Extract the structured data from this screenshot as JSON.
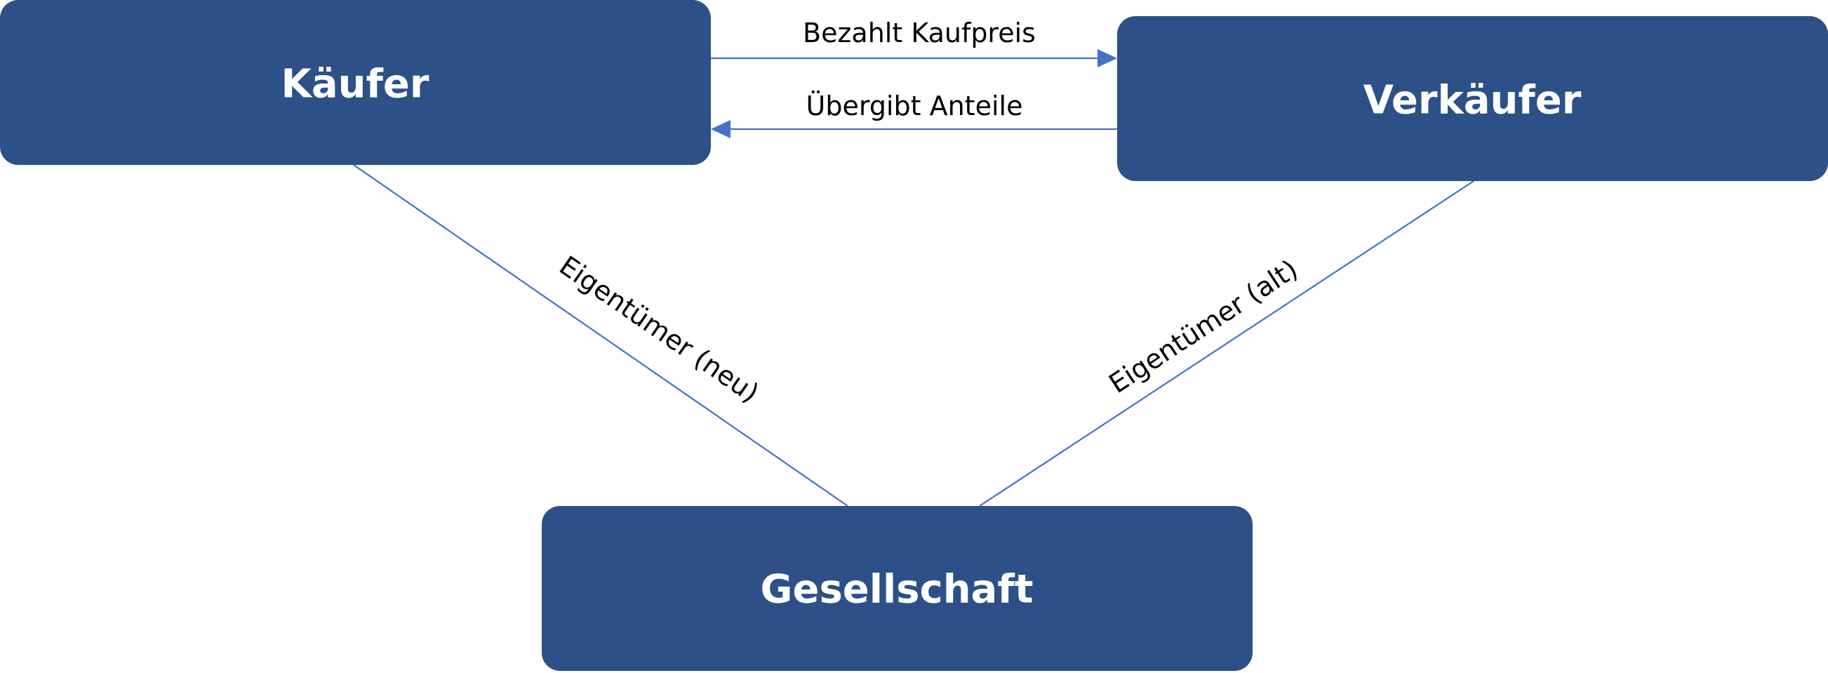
{
  "nodes": {
    "buyer": "Käufer",
    "seller": "Verkäufer",
    "company": "Gesellschaft"
  },
  "edges": {
    "pays_price": "Bezahlt Kaufpreis",
    "hands_over_shares": "Übergibt Anteile",
    "owner_new": "Eigentümer (neu)",
    "owner_old": "Eigentümer (alt)"
  },
  "colors": {
    "box_fill": "#2C5087",
    "line": "#4472C4",
    "box_text": "#FFFFFF",
    "edge_text": "#000000"
  }
}
